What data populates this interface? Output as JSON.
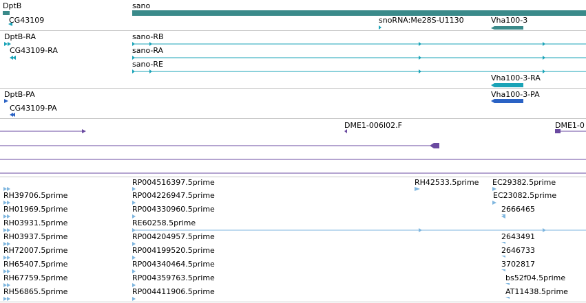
{
  "colors": {
    "gene": "#3a8a8a",
    "transcript": "#1aa3b7",
    "protein": "#2a62c4",
    "alignment": "#6a4aa0",
    "est": "#7fb6df",
    "separator": "#c9c9c9"
  },
  "tracks": {
    "genes": {
      "labels": [
        "DptB",
        "CG43109",
        "sano",
        "snoRNA:Me28S-U1130",
        "Vha100-3"
      ]
    },
    "transcripts": {
      "labels": [
        "DptB-RA",
        "CG43109-RA",
        "sano-RB",
        "sano-RA",
        "sano-RE",
        "Vha100-3-RA"
      ]
    },
    "proteins": {
      "labels": [
        "DptB-PA",
        "CG43109-PA",
        "Vha100-3-PA"
      ]
    },
    "alignments": {
      "labels": [
        "DME1-006I02.F",
        "DME1-0"
      ]
    },
    "ests": {
      "column1": [
        "RH39706.5prime",
        "RH01969.5prime",
        "RH03931.5prime",
        "RH03937.5prime",
        "RH72007.5prime",
        "RH65407.5prime",
        "RH67759.5prime",
        "RH56865.5prime"
      ],
      "column2": [
        "RP004516397.5prime",
        "RP004226947.5prime",
        "RP004330960.5prime",
        "RE60258.5prime",
        "RP004204957.5prime",
        "RP004199520.5prime",
        "RP004340464.5prime",
        "RP004359763.5prime",
        "RP004411906.5prime"
      ],
      "column3": [
        "RH42533.5prime"
      ],
      "column4": [
        "EC29382.5prime",
        "EC23082.5prime",
        "2666465",
        "2643491",
        "2646733",
        "3702817",
        "bs52f04.5prime",
        "AT11438.5prime"
      ]
    }
  }
}
